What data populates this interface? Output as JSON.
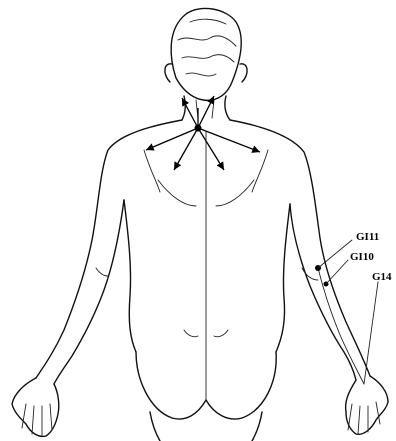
{
  "figure": {
    "points": [
      {
        "id": "gi11",
        "label": "GI11"
      },
      {
        "id": "gi10",
        "label": "GI10"
      },
      {
        "id": "g14",
        "label": "G14"
      }
    ],
    "colors": {
      "line": "#111111",
      "background": "#ffffff"
    }
  }
}
